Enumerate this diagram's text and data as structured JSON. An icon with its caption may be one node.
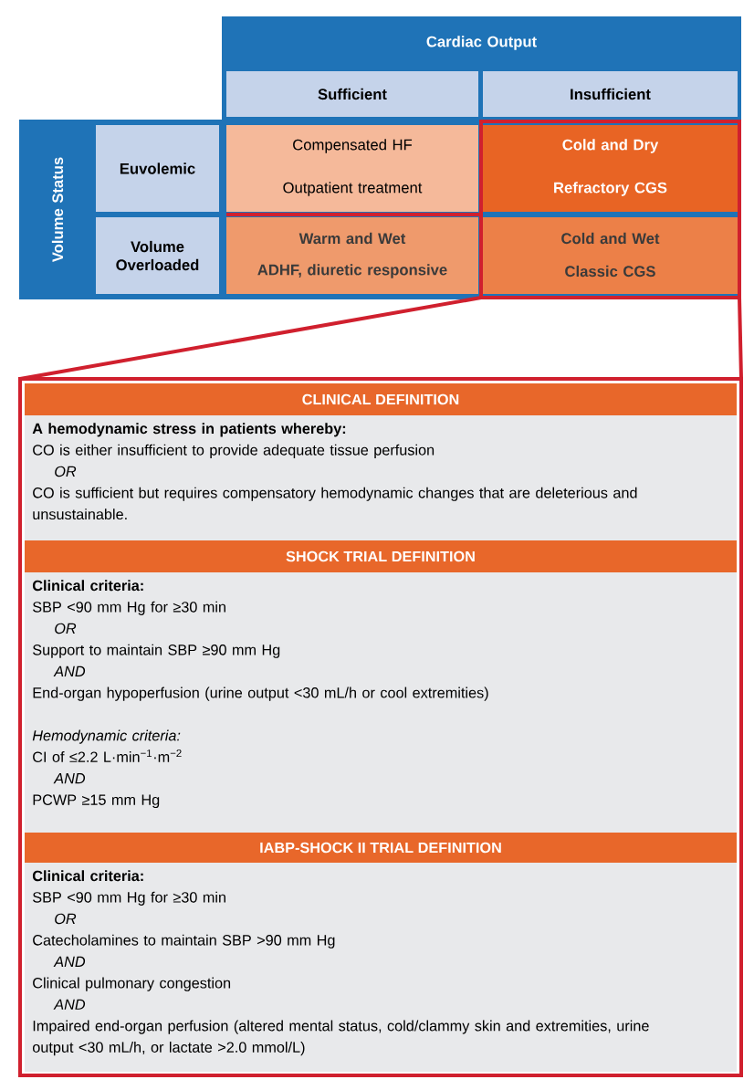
{
  "diagram": {
    "nodes": [
      {
        "text": [
          "Cardiac Output"
        ]
      },
      {
        "text": [
          "Sufficient"
        ],
        "in": 0
      },
      {
        "text": [
          "Insufficient"
        ],
        "in": 0
      },
      {
        "text": [
          "Volume Status"
        ]
      },
      {
        "text": [
          "Euvolemic"
        ],
        "in": 3
      },
      {
        "text": [
          "Volume Overloaded"
        ],
        "in": 3
      },
      {
        "text": [
          "Compensated HF",
          "Outpatient treatment"
        ]
      },
      {
        "text": [],
        "shape": "box"
      },
      {
        "text": [
          "Cold and Dry",
          "Refractory CGS"
        ],
        "in": 7
      },
      {
        "text": [
          "Warm and Wet",
          "ADHF, diuretic responsive"
        ]
      },
      {
        "text": [
          "Cold and Wet",
          "Classic CGS"
        ],
        "in": 7
      },
      {
        "text": [],
        "shape": "box"
      },
      {
        "text": [
          "CLINICAL DEFINITION",
          "A hemodynamic stress in patients whereby:",
          "CO is either insufficient to provide adequate tissue perfusion",
          "OR",
          "CO is sufficient but requires compensatory hemodynamic changes that are deleterious and unsustainable."
        ],
        "in": 11
      },
      {
        "text": [
          "SHOCK TRIAL DEFINITION",
          "Clinical criteria:",
          "SBP <90 mm Hg for ≥30 min",
          "OR",
          "Support to maintain SBP ≥90 mm Hg",
          "AND",
          "End-organ hypoperfusion (urine output <30 mL/h or cool extremities)",
          "Hemodynamic criteria:",
          "CI of ≤2.2 L·min$^{−1}$·m$^{−2}$",
          "AND",
          "PCWP ≥15 mm Hg"
        ],
        "in": 11
      },
      {
        "text": [
          "IABP-SHOCK II TRIAL DEFINITION",
          "Clinical criteria:",
          "SBP <90 mm Hg for ≥30 min",
          "OR",
          "Catecholamines to maintain SBP >90 mm Hg",
          "AND",
          "Clinical pulmonary congestion",
          "AND",
          "Impaired end-organ perfusion (altered mental status, cold/clammy skin and extremities, urine output <30 mL/h, or lactate >2.0 mmol/L)"
        ],
        "in": 11
      }
    ],
    "edges": [
      {
        "from": 7,
        "to": 11,
        "arrow": "none"
      }
    ]
  }
}
